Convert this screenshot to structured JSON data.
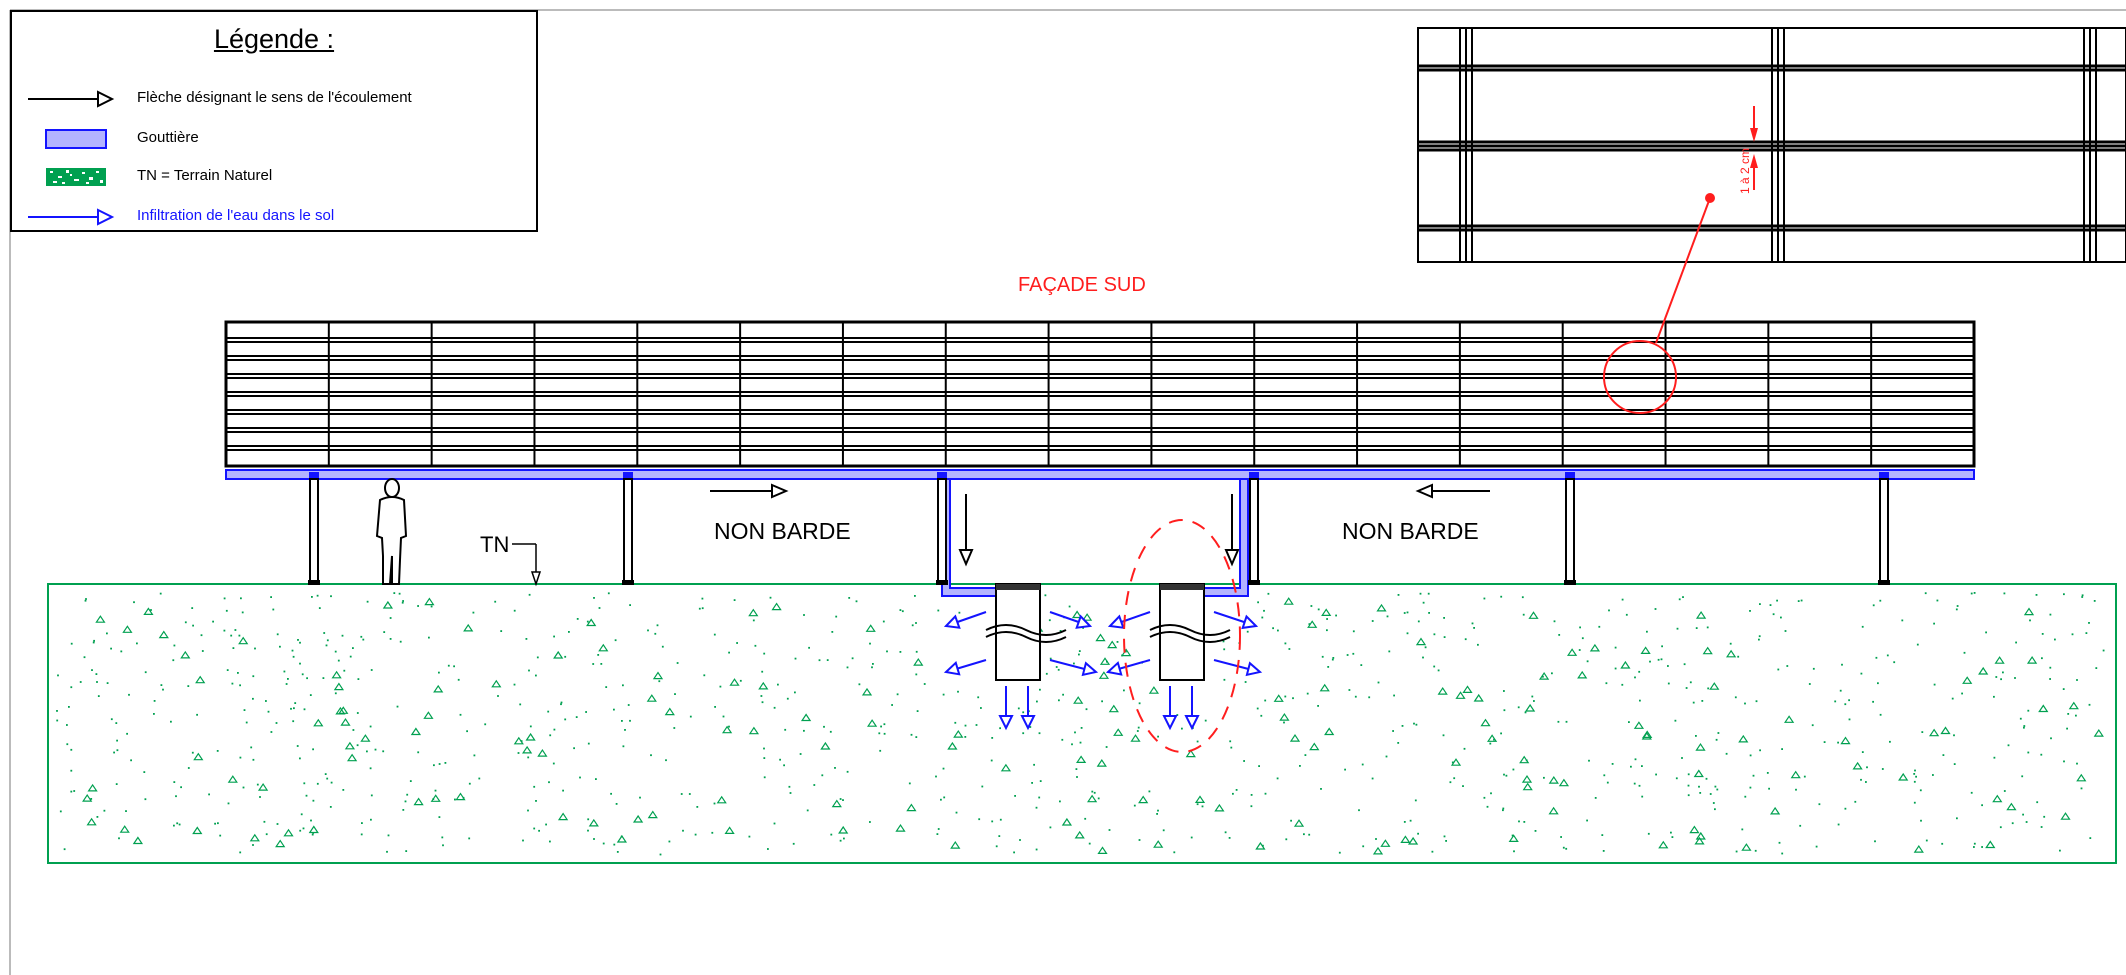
{
  "legend": {
    "title": "Légende :",
    "items": [
      {
        "symbol": "flow-arrow",
        "label": "Flèche désignant le sens de l'écoulement",
        "color": "#000000"
      },
      {
        "symbol": "gutter",
        "label": "Gouttière",
        "color": "#1414ff"
      },
      {
        "symbol": "natural-ground",
        "label": "TN = Terrain Naturel",
        "color": "#00a050"
      },
      {
        "symbol": "infiltration-arrow",
        "label": "Infiltration de l'eau dans le sol",
        "color": "#1414ff"
      }
    ]
  },
  "drawing": {
    "facade_title": "FAÇADE SUD",
    "left_zone_label": "NON BARDE",
    "right_zone_label": "NON BARDE",
    "ground_label": "TN",
    "detail_gap_label": "1 à 2 cm"
  },
  "colors": {
    "outline": "#000000",
    "gutter_fill": "#b4b4ff",
    "gutter_stroke": "#1414ff",
    "annotation_red": "#ff1e1e",
    "ground_green": "#00a050",
    "infiltration_blue": "#1414ff"
  }
}
